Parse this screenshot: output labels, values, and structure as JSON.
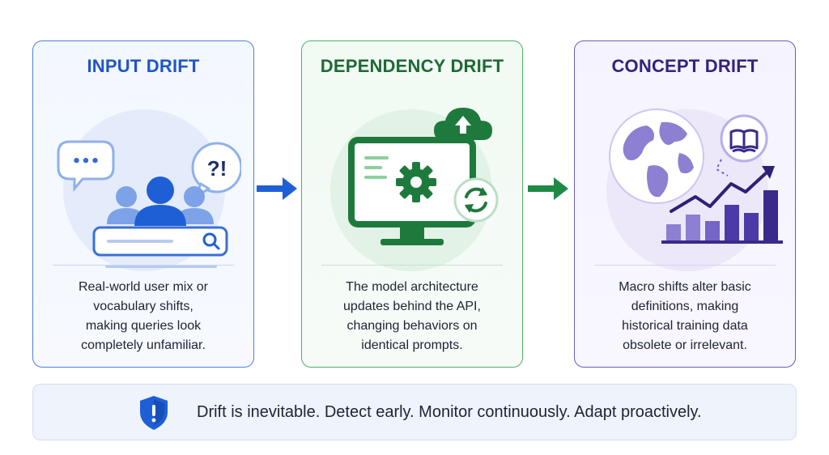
{
  "cards": [
    {
      "title": "INPUT DRIFT",
      "bubble_left": "•••",
      "bubble_right": "?!",
      "description_lines": [
        "Real-world user mix or",
        "vocabulary shifts,",
        "making queries look",
        "completely unfamiliar."
      ],
      "accent": "#1e56c9"
    },
    {
      "title": "DEPENDENCY DRIFT",
      "description_lines": [
        "The model architecture",
        "updates behind the API,",
        "changing behaviors on",
        "identical prompts."
      ],
      "accent": "#1d6a35"
    },
    {
      "title": "CONCEPT DRIFT",
      "description_lines": [
        "Macro shifts alter basic",
        "definitions, making",
        "historical training data",
        "obsolete or irrelevant."
      ],
      "accent": "#34237e"
    }
  ],
  "banner": {
    "text": "Drift is inevitable. Detect early. Monitor continuously. Adapt proactively.",
    "icon": "shield-icon"
  },
  "icons": {
    "card1": [
      "chat-bubble-icon",
      "question-bubble-icon",
      "users-icon",
      "search-bar-icon",
      "search-icon"
    ],
    "card2": [
      "monitor-icon",
      "gear-icon",
      "cloud-upload-icon",
      "refresh-icon"
    ],
    "card3": [
      "globe-icon",
      "book-icon",
      "bar-chart-icon",
      "trend-arrow-icon"
    ]
  },
  "colors": {
    "blue": "#1e56c9",
    "green": "#1e7a3c",
    "purple": "#4b3aa8",
    "arrow_blue": "#1f5fd6",
    "arrow_green": "#1e8a45"
  }
}
